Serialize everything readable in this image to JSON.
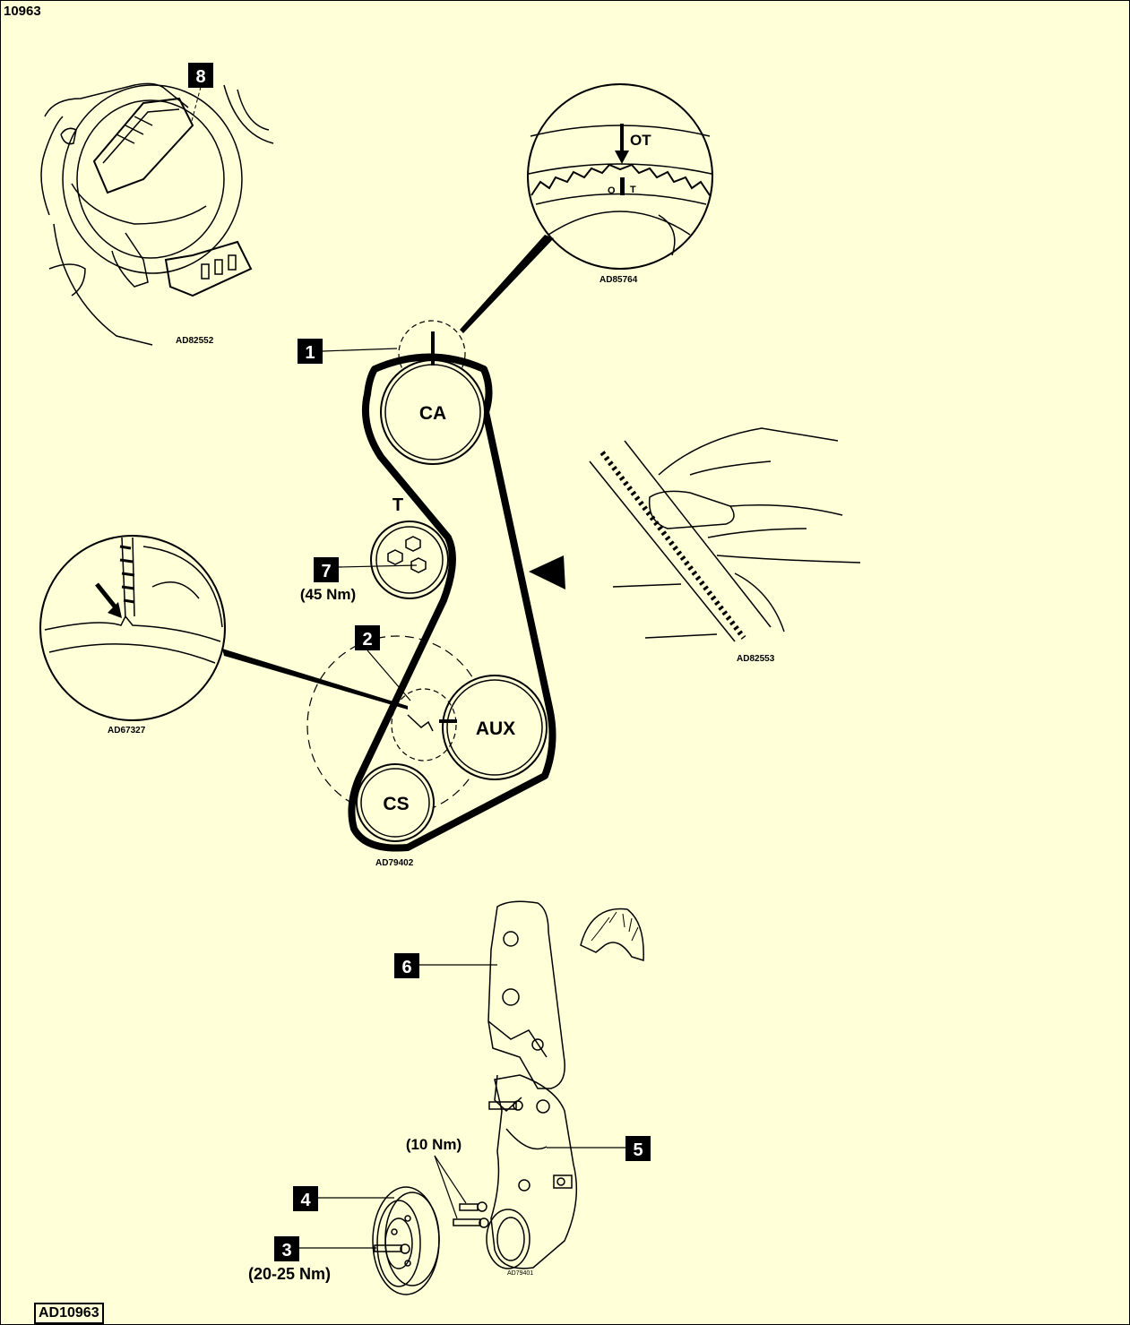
{
  "header": {
    "drawing_number": "10963"
  },
  "footer": {
    "reference": "AD10963"
  },
  "callouts": [
    {
      "id": "1"
    },
    {
      "id": "2"
    },
    {
      "id": "3"
    },
    {
      "id": "4"
    },
    {
      "id": "5"
    },
    {
      "id": "6"
    },
    {
      "id": "7"
    },
    {
      "id": "8"
    }
  ],
  "pulleys": {
    "camshaft": "CA",
    "auxiliary": "AUX",
    "crankshaft": "CS",
    "tensioner": "T"
  },
  "torques": {
    "tensioner": "(45 Nm)",
    "bracket_bolts": "(10 Nm)",
    "pulley_bolt": "(20-25 Nm)"
  },
  "detail_refs": {
    "distributor": "AD82552",
    "timing_mark": "AD85764",
    "belt_twist": "AD82553",
    "crank_mark": "AD67327",
    "belt_layout": "AD79402",
    "covers": "AD79401"
  },
  "timing_labels": {
    "ot": "OT",
    "o": "O",
    "t": "T"
  },
  "colors": {
    "background": "#ffffd8",
    "ink": "#000000"
  }
}
